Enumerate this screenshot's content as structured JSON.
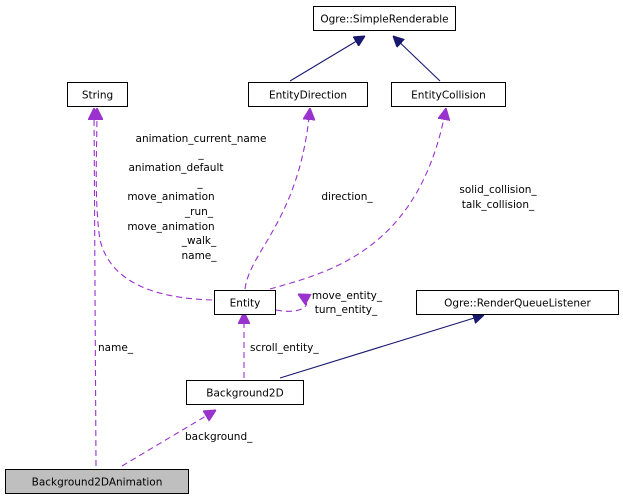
{
  "diagram": {
    "type": "collaboration-graph",
    "colors": {
      "inheritance_edge": "#191970",
      "usage_edge": "#9a32cd",
      "focus_node_fill": "#bfbfbf",
      "node_fill": "#ffffff",
      "node_border": "#000000"
    },
    "nodes": {
      "simple_renderable": "Ogre::SimpleRenderable",
      "string": "String",
      "entity_direction": "EntityDirection",
      "entity_collision": "EntityCollision",
      "entity": "Entity",
      "render_queue_listener": "Ogre::RenderQueueListener",
      "background2d": "Background2D",
      "background2d_animation": "Background2DAnimation"
    },
    "edge_labels": {
      "string_to_entity": [
        "animation_current_name",
        "_",
        "animation_default",
        "_",
        "move_animation",
        "_run_",
        "move_animation",
        "_walk_",
        "name_"
      ],
      "direction": "direction_",
      "collision": [
        "solid_collision_",
        "talk_collision_"
      ],
      "entity_self": [
        "move_entity_",
        "turn_entity_"
      ],
      "scroll_entity": "scroll_entity_",
      "string_name": "name_",
      "background": "background_"
    }
  }
}
